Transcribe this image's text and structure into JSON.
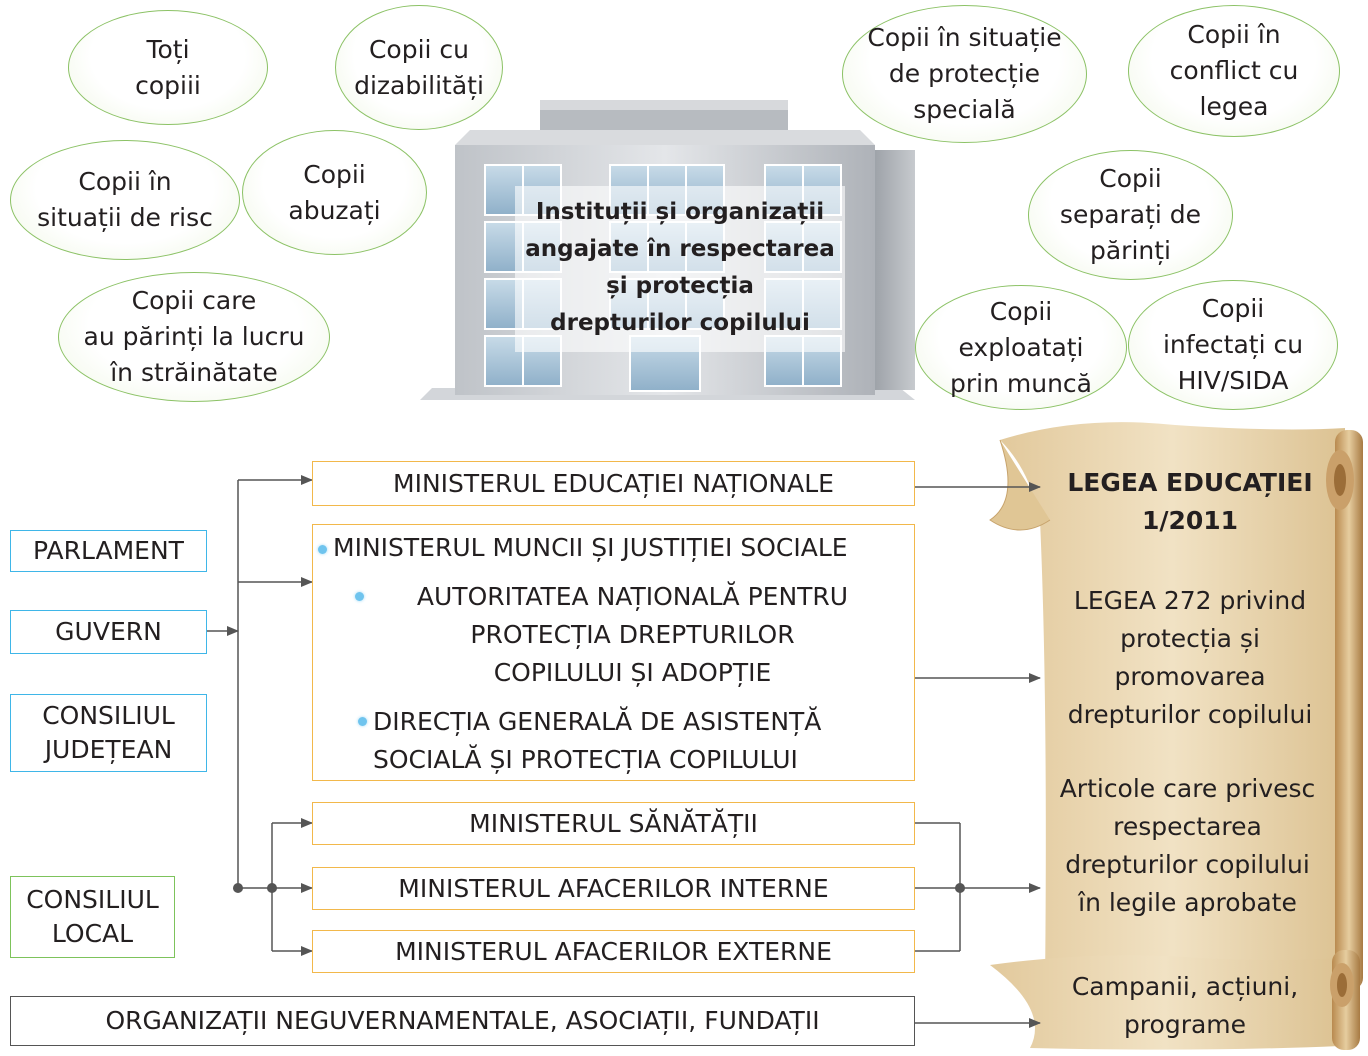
{
  "bubbles": {
    "toti_copiii": "Toți\ncopiii",
    "dizabilitati": "Copii cu\ndizabilități",
    "situatii_risc": "Copii în\nsituații de risc",
    "abuzati": "Copii\nabuzați",
    "parinti_strainatate": "Copii care\nau părinți la lucru\nîn străinătate",
    "protectie_speciala": "Copii în situație\nde protecție\nspecială",
    "conflict_legea": "Copii în\nconflict cu\nlegea",
    "separati_parinti": "Copii\nseparați de\npărinți",
    "exploatati": "Copii\nexploatați\nprin muncă",
    "hiv_sida": "Copii\ninfectați cu\nHIV/SIDA"
  },
  "building": {
    "label": "Instituții și organizații\nangajate în respectarea\nși protecția\ndrepturilor copilului"
  },
  "left_boxes": {
    "parlament": "PARLAMENT",
    "guvern": "GUVERN",
    "consiliul_judetean": "CONSILIUL\nJUDEȚEAN",
    "consiliul_local": "CONSILIUL\nLOCAL"
  },
  "ministries": {
    "educatiei": "MINISTERUL EDUCAȚIEI NAȚIONALE",
    "muncii": "MINISTERUL MUNCII ȘI JUSTIȚIEI SOCIALE",
    "autoritatea": "AUTORITATEA NAȚIONALĂ PENTRU\nPROTECȚIA DREPTURILOR\nCOPILULUI ȘI ADOPȚIE",
    "directia": "DIRECȚIA GENERALĂ DE ASISTENȚĂ\nSOCIALĂ ȘI PROTECȚIA COPILULUI",
    "sanatatii": "MINISTERUL SĂNĂTĂȚII",
    "afaceri_interne": "MINISTERUL AFACERILOR INTERNE",
    "afaceri_externe": "MINISTERUL AFACERILOR EXTERNE",
    "ong": "ORGANIZAȚII NEGUVERNAMENTALE, ASOCIAȚII, FUNDAȚII"
  },
  "scroll": {
    "legea_educatiei": "LEGEA EDUCAȚIEI\n1/2011",
    "legea_272": "LEGEA 272 privind\nprotecția și\npromovarea\ndrepturilor copilului",
    "articole": "Articole care privesc\nrespectarea\ndrepturilor copilului\nîn legile aprobate",
    "campanii": "Campanii, acțiuni,\nprograme"
  },
  "colors": {
    "bubble_border": "#8cc266",
    "blue_border": "#3fb6e8",
    "green_border": "#7dc35b",
    "orange_border": "#f2b84b",
    "scroll_fill": "#ecd8b2",
    "building_gray": "#c9ccd0",
    "window_blue": "#a9c3d8"
  }
}
